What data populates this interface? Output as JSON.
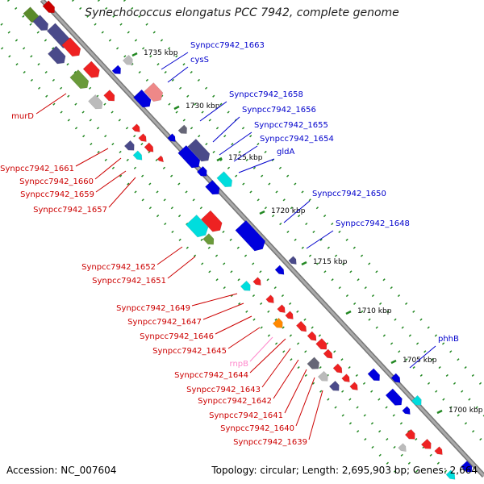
{
  "title": "Synechococcus elongatus PCC 7942, complete genome",
  "footer": {
    "accession": "Accession: NC_007604",
    "topology": "Topology: circular; Length: 2,695,903 bp; Genes: 2,664"
  },
  "colors": {
    "forward_label": "#0000cc",
    "reverse_label": "#cc0000",
    "rna_label": "#ff88cc",
    "backbone": "#888888",
    "tick": "#228822"
  },
  "scale_ticks": [
    "1735 kbp",
    "1730 kbp",
    "1725 kbp",
    "1720 kbp",
    "1715 kbp",
    "1710 kbp",
    "1705 kbp",
    "1700 kbp"
  ],
  "labels_forward": [
    "Synpcc7942_1663",
    "cysS",
    "Synpcc7942_1658",
    "Synpcc7942_1656",
    "Synpcc7942_1655",
    "Synpcc7942_1654",
    "gldA",
    "Synpcc7942_1650",
    "Synpcc7942_1648",
    "phhB"
  ],
  "labels_reverse": [
    "murD",
    "Synpcc7942_1661",
    "Synpcc7942_1660",
    "Synpcc7942_1659",
    "Synpcc7942_1657",
    "Synpcc7942_1652",
    "Synpcc7942_1651",
    "Synpcc7942_1649",
    "Synpcc7942_1647",
    "Synpcc7942_1646",
    "Synpcc7942_1645",
    "Synpcc7942_1644",
    "Synpcc7942_1643",
    "Synpcc7942_1642",
    "Synpcc7942_1641",
    "Synpcc7942_1640",
    "Synpcc7942_1639"
  ],
  "labels_rna": [
    "rnpB"
  ]
}
